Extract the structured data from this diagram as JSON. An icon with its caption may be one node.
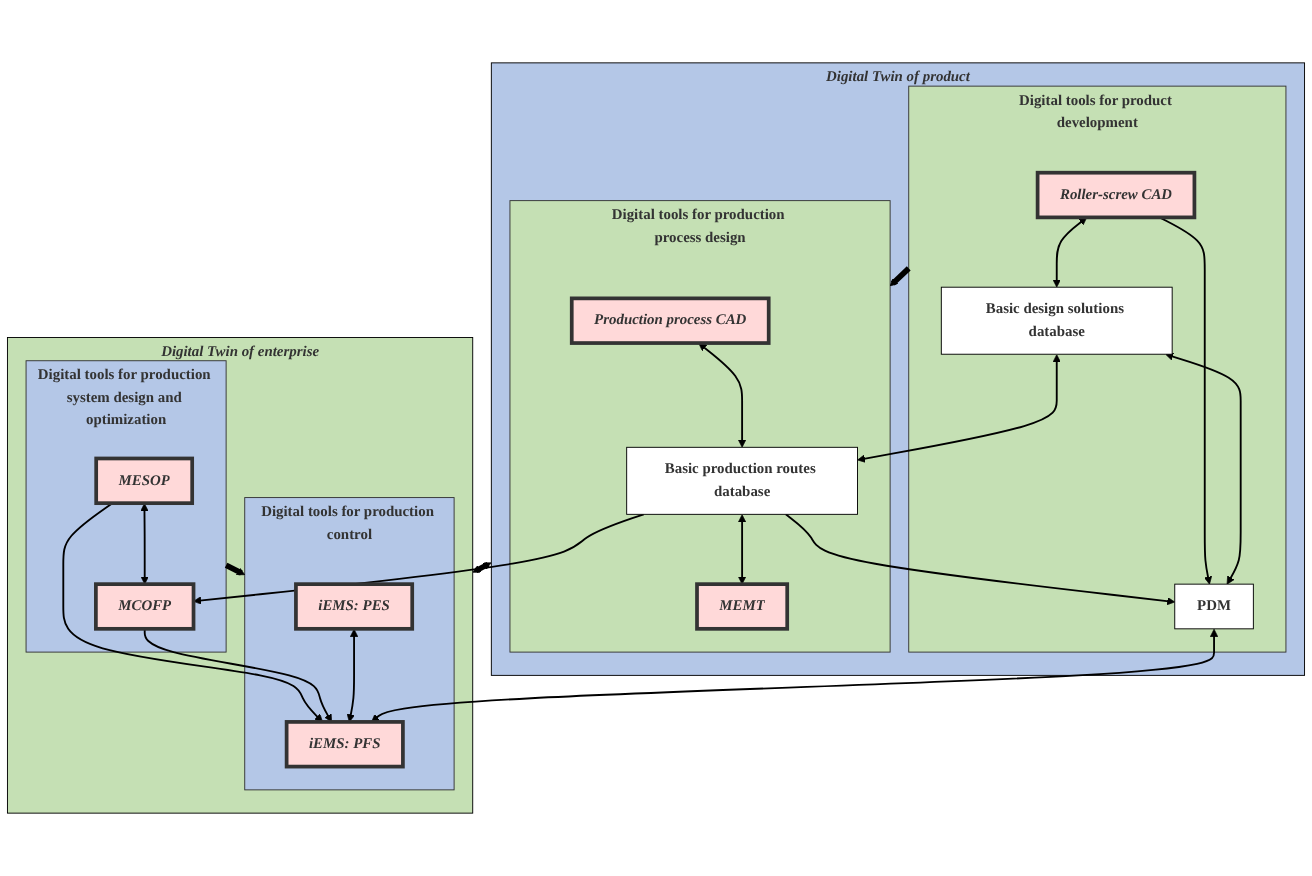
{
  "diagram": {
    "nodes": [
      {
        "text": [
          "Digital Twin of product"
        ]
      },
      {
        "text": [
          "Digital tools for product development"
        ],
        "in": 0
      },
      {
        "text": [
          "Roller-screw CAD"
        ],
        "in": 1
      },
      {
        "text": [
          "Basic design solutions database"
        ],
        "in": 1
      },
      {
        "text": [
          "PDM"
        ],
        "in": 1
      },
      {
        "text": [
          "Digital tools for production process design"
        ],
        "in": 0
      },
      {
        "text": [
          "Production process CAD"
        ],
        "in": 5
      },
      {
        "text": [
          "Basic production routes database"
        ],
        "in": 5
      },
      {
        "text": [
          "MEMT"
        ],
        "in": 5
      },
      {
        "text": [
          "Digital Twin of enterprise"
        ]
      },
      {
        "text": [
          "Digital tools for production system design and optimization"
        ],
        "in": 9
      },
      {
        "text": [
          "MESOP"
        ],
        "in": 10
      },
      {
        "text": [
          "MCOFP"
        ],
        "in": 10
      },
      {
        "text": [
          "Digital tools for production control"
        ],
        "in": 9
      },
      {
        "text": [
          "iEMS: PES"
        ],
        "in": 13
      },
      {
        "text": [
          "iEMS: PFS"
        ],
        "in": 13
      }
    ],
    "edges": [
      {
        "from": 2,
        "to": 3,
        "arrow": "both"
      },
      {
        "from": 2,
        "to": 4,
        "arrow": "to"
      },
      {
        "from": 3,
        "to": 4,
        "arrow": "both"
      },
      {
        "from": 3,
        "to": 7,
        "arrow": "both"
      },
      {
        "from": 6,
        "to": 7,
        "arrow": "both"
      },
      {
        "from": 7,
        "to": 8,
        "arrow": "both"
      },
      {
        "from": 7,
        "to": 12,
        "arrow": "to"
      },
      {
        "from": 7,
        "to": 4,
        "arrow": "to"
      },
      {
        "from": 11,
        "to": 12,
        "arrow": "both"
      },
      {
        "from": 11,
        "to": 15,
        "arrow": "to"
      },
      {
        "from": 12,
        "to": 15,
        "arrow": "to"
      },
      {
        "from": 14,
        "to": 15,
        "arrow": "both"
      },
      {
        "from": 4,
        "to": 15,
        "arrow": "both"
      },
      {
        "from": 1,
        "to": 5,
        "arrow": "to",
        "style": "thick"
      },
      {
        "from": 0,
        "to": 9,
        "arrow": "both",
        "style": "thick"
      },
      {
        "from": 10,
        "to": 13,
        "arrow": "to",
        "style": "thick"
      }
    ]
  }
}
